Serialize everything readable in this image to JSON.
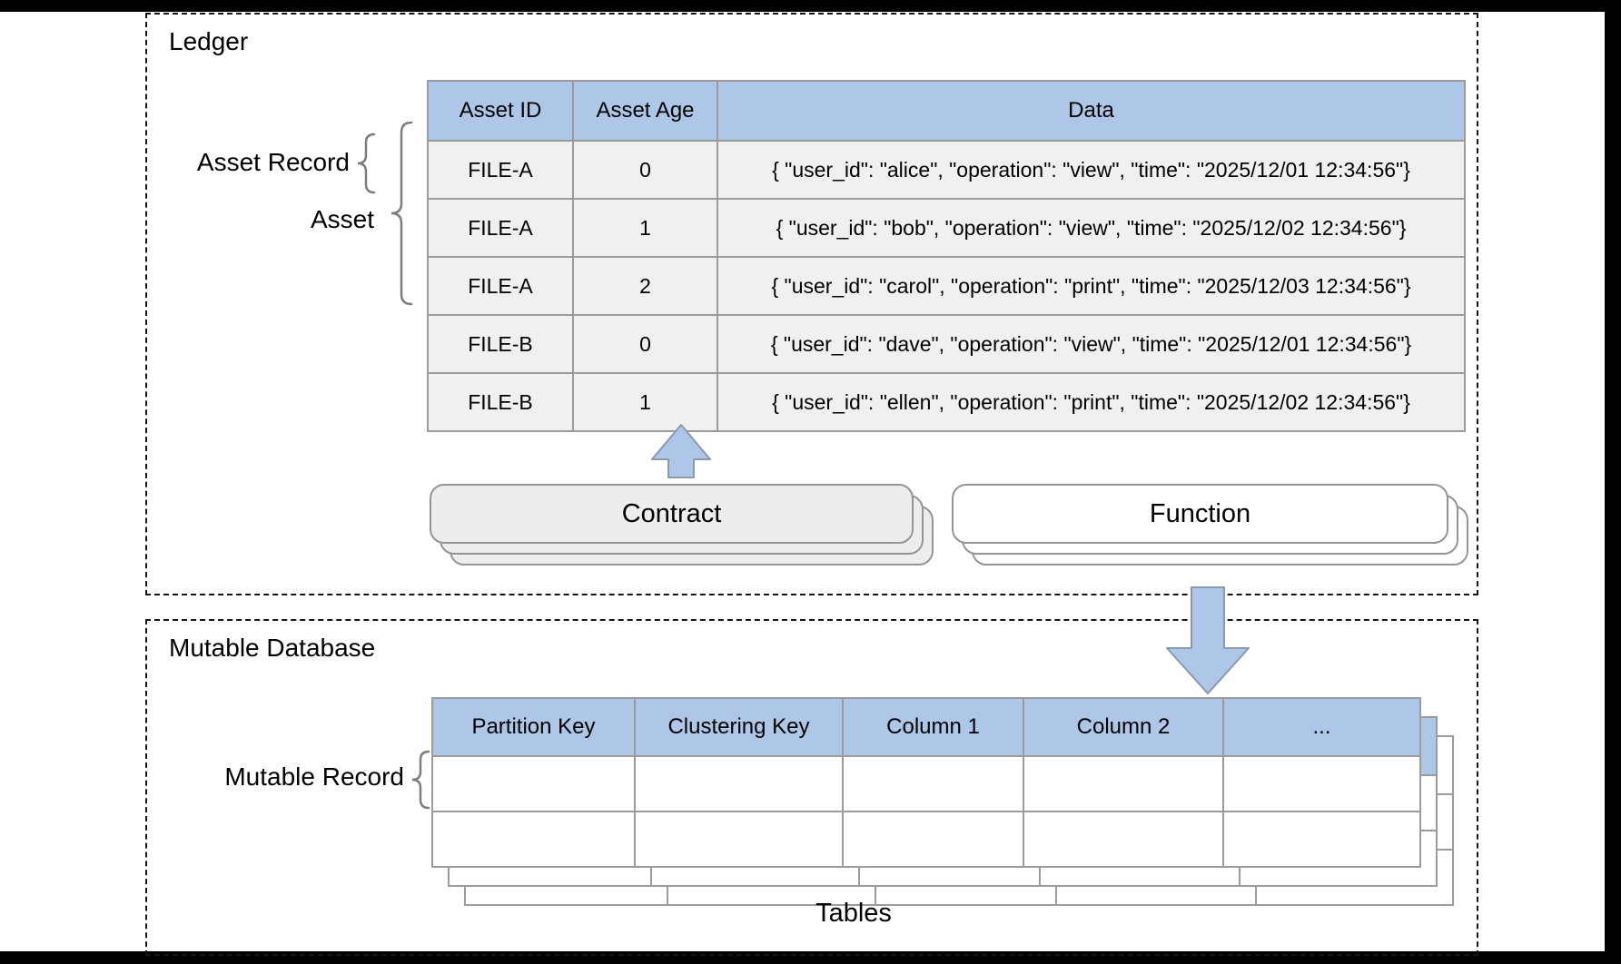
{
  "ledger": {
    "label": "Ledger",
    "asset_record_label": "Asset Record",
    "asset_label": "Asset",
    "table": {
      "headers": [
        "Asset ID",
        "Asset Age",
        "Data"
      ],
      "rows": [
        [
          "FILE-A",
          "0",
          "{ \"user_id\": \"alice\", \"operation\": \"view\", \"time\": \"2025/12/01 12:34:56\"}"
        ],
        [
          "FILE-A",
          "1",
          "{ \"user_id\": \"bob\", \"operation\": \"view\", \"time\": \"2025/12/02 12:34:56\"}"
        ],
        [
          "FILE-A",
          "2",
          "{ \"user_id\": \"carol\", \"operation\": \"print\", \"time\": \"2025/12/03 12:34:56\"}"
        ],
        [
          "FILE-B",
          "0",
          "{ \"user_id\": \"dave\", \"operation\": \"view\", \"time\": \"2025/12/01 12:34:56\"}"
        ],
        [
          "FILE-B",
          "1",
          "{ \"user_id\": \"ellen\", \"operation\": \"print\", \"time\": \"2025/12/02 12:34:56\"}"
        ]
      ]
    },
    "contract_label": "Contract",
    "function_label": "Function"
  },
  "mutable_database": {
    "label": "Mutable Database",
    "mutable_record_label": "Mutable Record",
    "table": {
      "headers": [
        "Partition Key",
        "Clustering Key",
        "Column 1",
        "Column 2",
        "..."
      ],
      "rows": [
        [
          "",
          "",
          "",
          "",
          ""
        ],
        [
          "",
          "",
          "",
          "",
          ""
        ]
      ]
    },
    "tables_label": "Tables"
  },
  "colors": {
    "header_blue": "#aec6e8",
    "row_gray": "#f0f0f0",
    "card_gray": "#ededed",
    "arrow_blue": "#aec6e8",
    "arrow_border": "#8b99ae",
    "table_border": "#9b9b9b",
    "brace_gray": "#7d7d7d"
  }
}
